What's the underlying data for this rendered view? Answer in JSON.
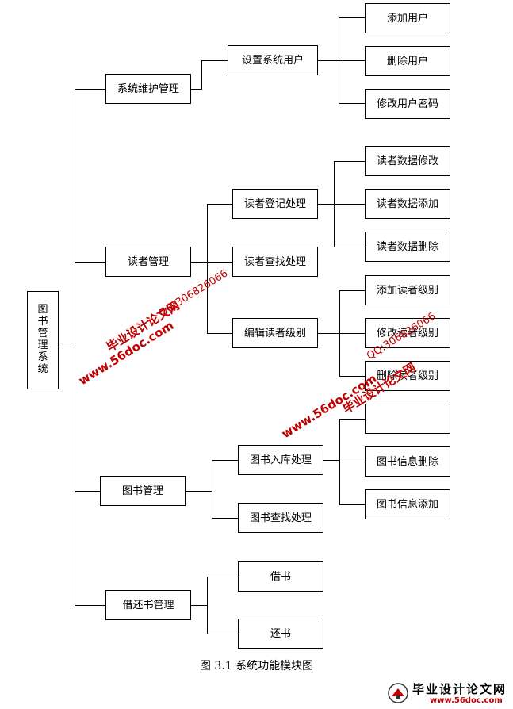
{
  "diagram": {
    "root": [
      "图",
      "书",
      "管",
      "理",
      "系",
      "统"
    ],
    "level1": {
      "system_maintenance": "系统维护管理",
      "reader_mgmt": "读者管理",
      "book_mgmt": "图书管理",
      "borrow_return_mgmt": "借还书管理"
    },
    "level2": {
      "set_users": "设置系统用户",
      "reader_register": "读者登记处理",
      "reader_search": "读者查找处理",
      "edit_reader_level": "编辑读者级别",
      "book_stock_in": "图书入库处理",
      "book_search": "图书查找处理",
      "borrow": "借书",
      "return": "还书"
    },
    "level3": {
      "add_user": "添加用户",
      "delete_user": "删除用户",
      "modify_password": "修改用户密码",
      "reader_data_modify": "读者数据修改",
      "reader_data_add": "读者数据添加",
      "reader_data_delete": "读者数据删除",
      "add_reader_level": "添加读者级别",
      "modify_reader_level": "修改读者级别",
      "delete_reader_level": "删除读者级别",
      "empty_box": "",
      "book_info_delete": "图书信息删除",
      "book_info_add": "图书信息添加"
    },
    "caption": "图 3.1 系统功能模块图"
  },
  "watermarks": {
    "url": "www.56doc.com",
    "site_name": "毕业设计论文网",
    "qq": "QQ:306826066"
  },
  "footer_logo": {
    "title": "毕业设计论文网",
    "url": "www.56doc.com"
  }
}
